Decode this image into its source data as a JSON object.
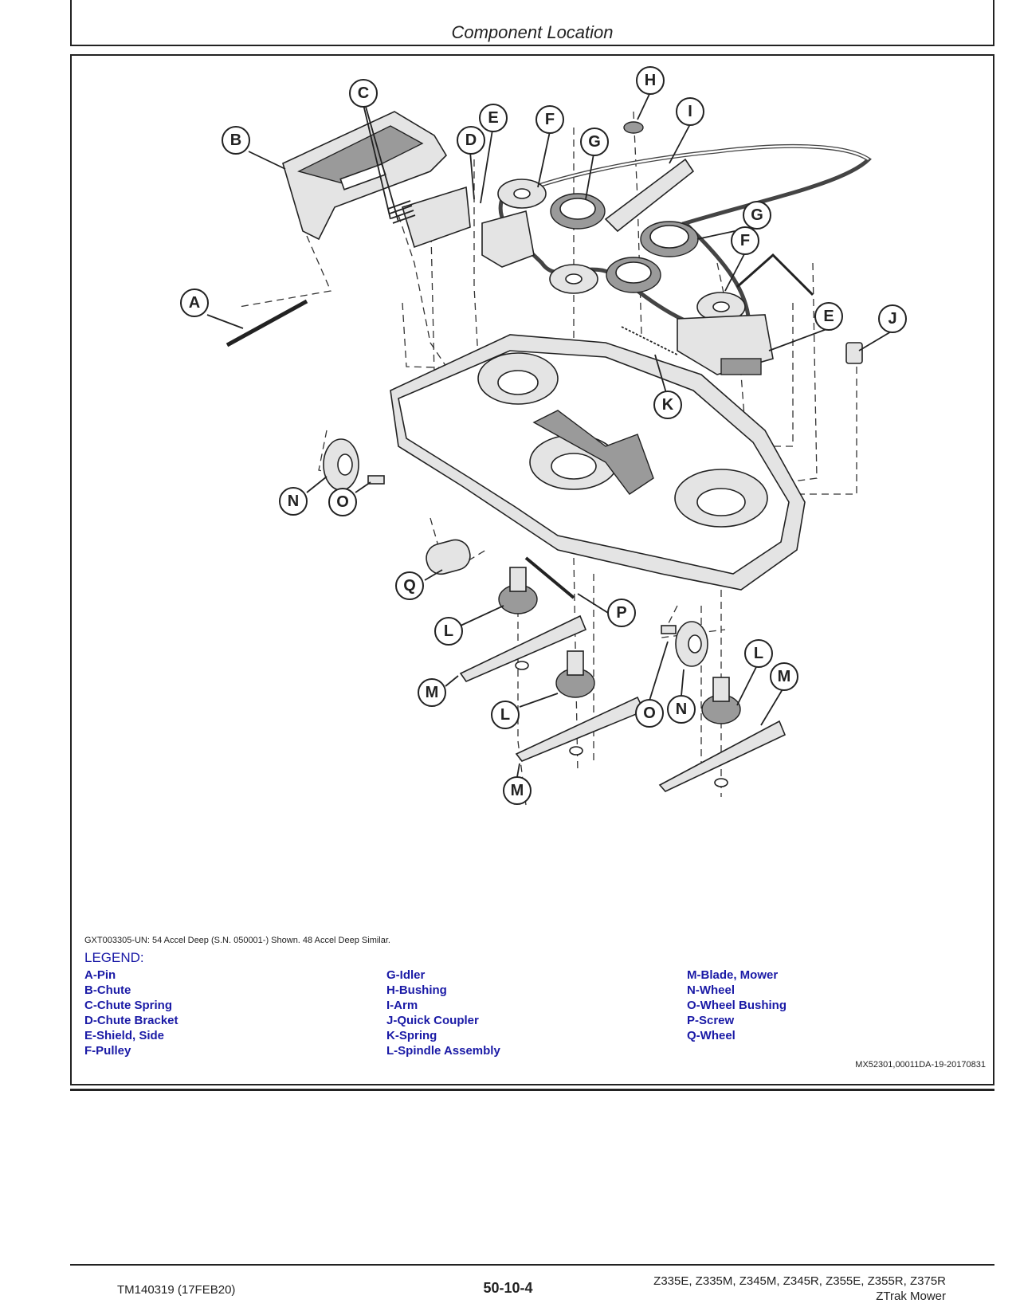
{
  "header": {
    "title": "Component Location"
  },
  "figure": {
    "caption": "GXT003305-UN: 54 Accel Deep (S.N. 050001-) Shown. 48 Accel Deep Similar.",
    "legend_title": "LEGEND:",
    "legend_columns": [
      [
        "A-Pin",
        "B-Chute",
        "C-Chute Spring",
        "D-Chute Bracket",
        "E-Shield, Side",
        "F-Pulley"
      ],
      [
        "G-Idler",
        "H-Bushing",
        "I-Arm",
        "J-Quick Coupler",
        "K-Spring",
        "L-Spindle Assembly"
      ],
      [
        "M-Blade, Mower",
        "N-Wheel",
        "O-Wheel Bushing",
        "P-Screw",
        "Q-Wheel"
      ]
    ],
    "reference_code": "MX52301,00011DA-19-20170831",
    "callout_letters": [
      "A",
      "B",
      "C",
      "D",
      "E",
      "F",
      "G",
      "H",
      "I",
      "J",
      "K",
      "L",
      "M",
      "N",
      "O",
      "P",
      "Q"
    ]
  },
  "footer": {
    "manual_id": "TM140319 (17FEB20)",
    "page_number": "50-10-4",
    "models": "Z335E, Z335M, Z345M, Z345R, Z355E, Z355R, Z375R",
    "product": "ZTrak Mower"
  }
}
